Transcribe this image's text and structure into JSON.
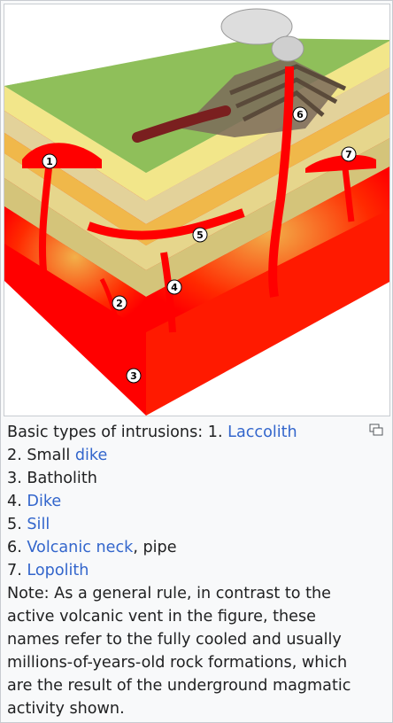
{
  "caption": {
    "line1_prefix": "Basic types of intrusions: 1. ",
    "line1_link": "Laccolith",
    "line2_prefix": "2. Small ",
    "line2_link": "dike",
    "line3": "3. Batholith",
    "line4_prefix": "4. ",
    "line4_link": "Dike",
    "line5_prefix": "5. ",
    "line5_link": "Sill",
    "line6_prefix": "6. ",
    "line6_link": "Volcanic neck",
    "line6_suffix": ", pipe",
    "line7_prefix": "7. ",
    "line7_link": "Lopolith",
    "note": "Note: As a general rule, in contrast to the active volcanic vent in the figure, these names refer to the fully cooled and usually millions-of-years-old rock formations, which are the result of the underground magmatic activity shown."
  },
  "diagram": {
    "markers": [
      "1",
      "2",
      "3",
      "4",
      "5",
      "6",
      "7"
    ]
  },
  "colors": {
    "link": "#3366cc",
    "magma": "#ff0000",
    "surface": "#8fbf5a",
    "layer_yellow": "#f2e68a",
    "layer_tan": "#e3d29a",
    "layer_orange": "#f0b84a"
  },
  "icons": {
    "magnify": "enlarge-icon"
  }
}
